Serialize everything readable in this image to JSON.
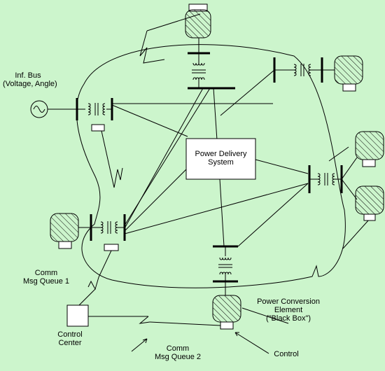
{
  "labels": {
    "inf_bus": [
      "Inf. Bus",
      "(Voltage, Angle)"
    ],
    "power_delivery": [
      "Power Delivery",
      "System"
    ],
    "pce": [
      "Power Conversion",
      "Element",
      "(\"Black Box\")"
    ],
    "comm_q1": [
      "Comm",
      "Msg Queue 1"
    ],
    "control_center": [
      "Control",
      "Center"
    ],
    "comm_q2": [
      "Comm",
      "Msg Queue 2"
    ],
    "control": "Control"
  },
  "colors": {
    "background": "#ccf5cc",
    "stroke": "#000000",
    "box_fill": "#ffffff"
  }
}
